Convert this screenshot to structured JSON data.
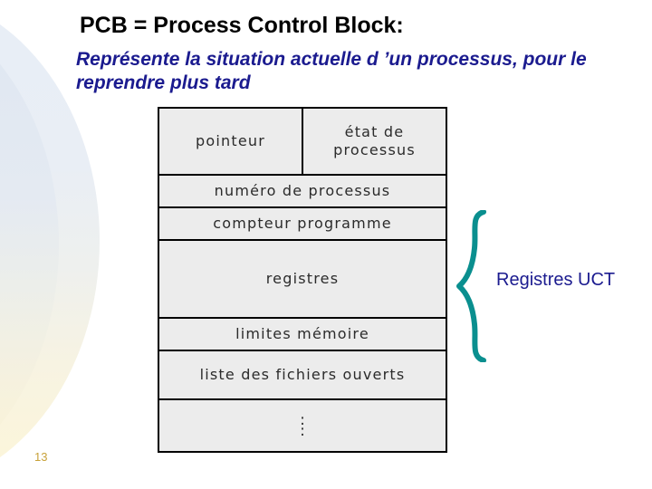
{
  "slide": {
    "title": "PCB = Process Control Block:",
    "subtitle": "Représente la situation actuelle d ’un processus, pour le reprendre plus tard",
    "page_number": "13",
    "colors": {
      "subtitle": "#1b1b8f",
      "label": "#1b1b8f",
      "brace": "#0a8f8f",
      "diagram_fill": "#ececec",
      "page_number": "#c8a23a"
    }
  },
  "diagram": {
    "rows": [
      {
        "cells": [
          "pointeur",
          "état de processus"
        ]
      },
      {
        "cells": [
          "numéro de processus"
        ]
      },
      {
        "cells": [
          "compteur programme"
        ]
      },
      {
        "cells": [
          "registres"
        ]
      },
      {
        "cells": [
          "limites mémoire"
        ]
      },
      {
        "cells": [
          "liste des fichiers ouverts"
        ]
      },
      {
        "cells": [
          ":\n:"
        ]
      }
    ],
    "dots": ":\n:"
  },
  "annotation": {
    "brace_label": "Registres UCT"
  }
}
